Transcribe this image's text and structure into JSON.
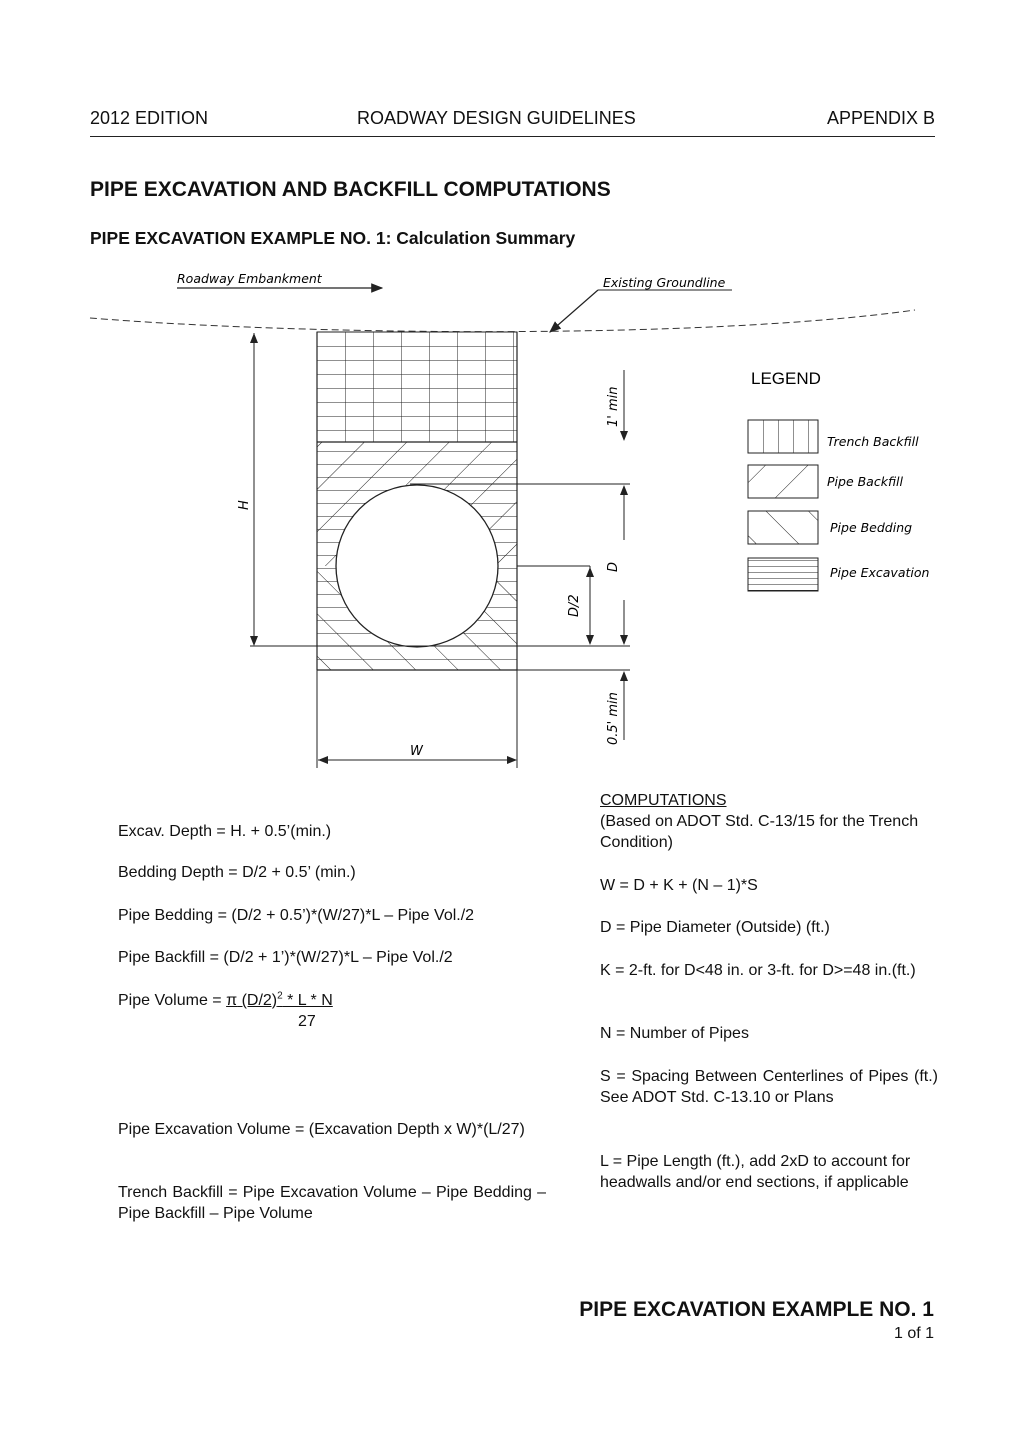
{
  "header": {
    "edition": "2012 EDITION",
    "guidelines": "ROADWAY DESIGN GUIDELINES",
    "appendix": "APPENDIX B"
  },
  "title": "PIPE EXCAVATION AND BACKFILL COMPUTATIONS",
  "subtitle": "PIPE EXCAVATION EXAMPLE NO. 1:  Calculation Summary",
  "diagram": {
    "roadway_embankment": "Roadway Embankment",
    "existing_groundline": "Existing Groundline",
    "dim_h": "H",
    "dim_d": "D",
    "dim_d2": "D/2",
    "dim_1min": "1' min",
    "dim_05min": "0.5' min",
    "dim_w": "W",
    "legend_title": "LEGEND",
    "legend": [
      {
        "label": "Trench Backfill"
      },
      {
        "label": "Pipe Backfill"
      },
      {
        "label": "Pipe Bedding"
      },
      {
        "label": "Pipe Excavation"
      }
    ]
  },
  "left": {
    "excav_depth": "Excav. Depth = H. + 0.5’(min.)",
    "bedding_depth": "Bedding Depth = D/2 + 0.5’ (min.)",
    "pipe_bedding": "Pipe Bedding = (D/2 + 0.5’)*(W/27)*L – Pipe Vol./2",
    "pipe_backfill": "Pipe Backfill = (D/2 + 1’)*(W/27)*L – Pipe Vol./2",
    "pipe_volume_prefix": "Pipe Volume = ",
    "pipe_volume_pi": "π",
    "pipe_volume_d2": " (D/2)",
    "pipe_volume_exp": "2",
    "pipe_volume_rest": " * L * N",
    "pipe_volume_denominator": "27",
    "excavation_volume": "Pipe Excavation Volume = (Excavation Depth x W)*(L/27)",
    "trench_backfill": "Trench Backfill = Pipe Excavation Volume – Pipe Bedding – Pipe Backfill – Pipe Volume"
  },
  "right": {
    "heading": "COMPUTATIONS",
    "basis": "(Based on ADOT Std. C-13/15 for the Trench Condition)",
    "w_formula": "W = D + K + (N – 1)*S",
    "d_def": "D = Pipe Diameter (Outside) (ft.)",
    "k_def": "K = 2-ft. for D<48 in. or 3-ft. for D>=48 in.(ft.)",
    "n_def": "N = Number of Pipes",
    "s_def": "S = Spacing Between Centerlines of Pipes (ft.)  See ADOT Std. C-13.10 or Plans",
    "l_def": "L = Pipe Length (ft.), add 2xD to account for headwalls and/or end sections, if applicable"
  },
  "footer": {
    "title": "PIPE EXCAVATION EXAMPLE NO. 1",
    "page": "1 of 1"
  }
}
